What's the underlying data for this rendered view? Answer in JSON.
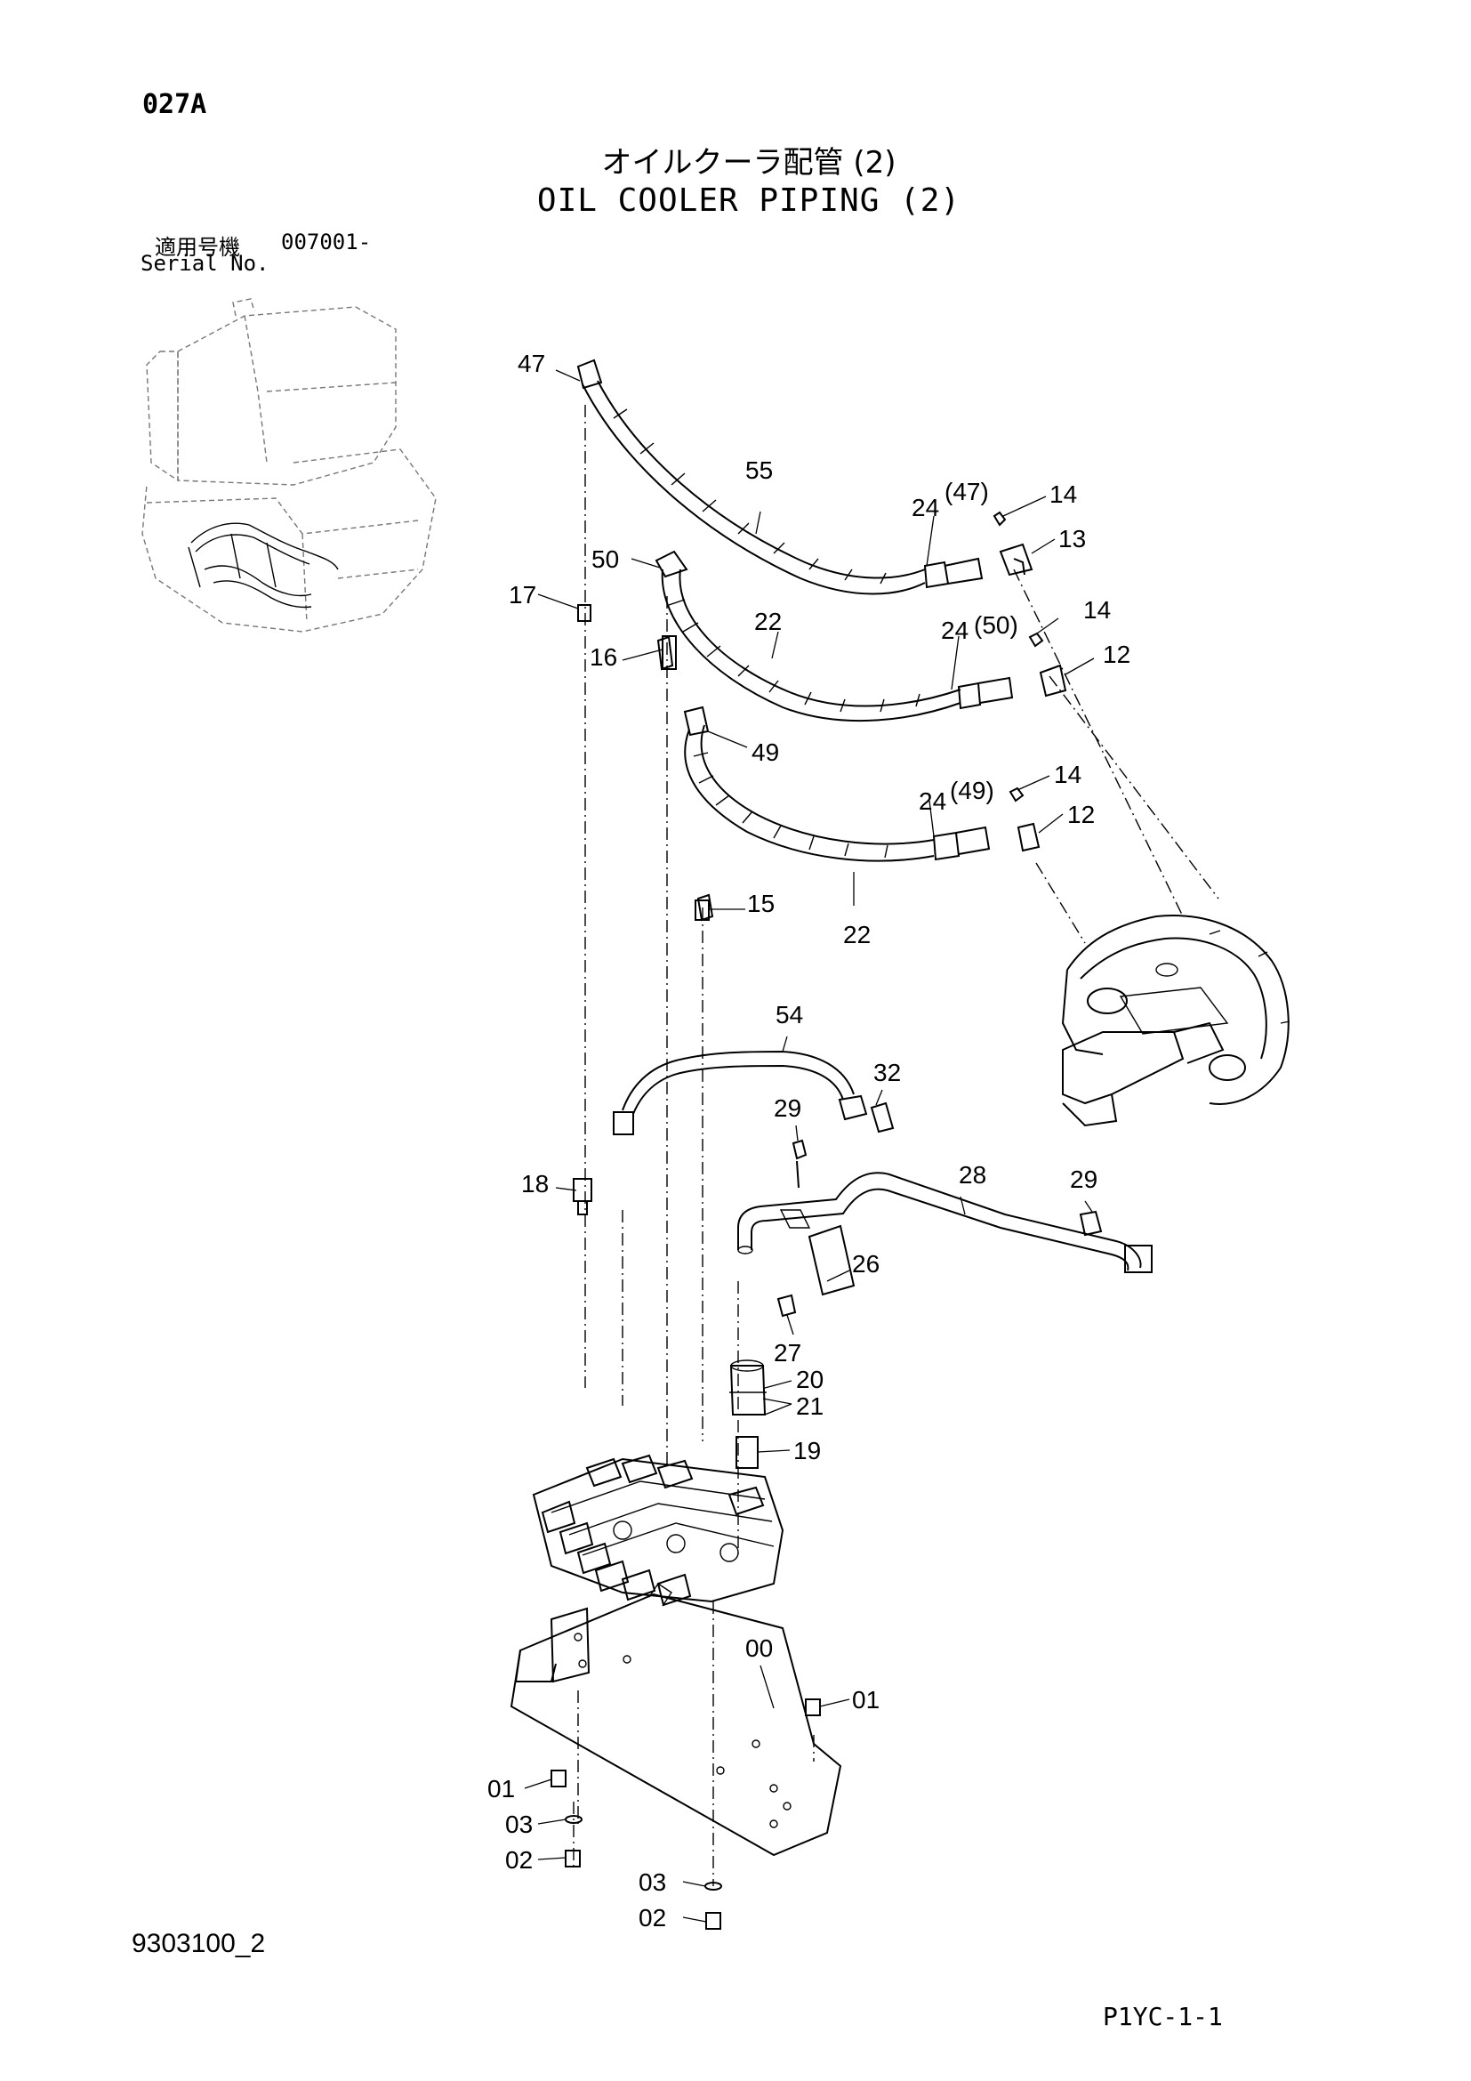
{
  "header": {
    "page_code": "027A",
    "title_jp": "オイルクーラ配管 (2)",
    "title_en": "OIL COOLER PIPING (2)",
    "serial_label_jp": "適用号機",
    "serial_value": "007001-",
    "serial_label_en": "Serial No."
  },
  "footer": {
    "document_number": "9303100_2",
    "page_reference": "P1YC-1-1"
  },
  "callouts": {
    "c47": "47",
    "c55": "55",
    "c24a": "24",
    "c47p": "(47)",
    "c14a": "14",
    "c13": "13",
    "c50": "50",
    "c17": "17",
    "c22a": "22",
    "c24b": "24",
    "c50p": "(50)",
    "c14b": "14",
    "c12a": "12",
    "c16": "16",
    "c49": "49",
    "c24c": "24",
    "c49p": "(49)",
    "c14c": "14",
    "c12b": "12",
    "c15": "15",
    "c22b": "22",
    "c54": "54",
    "c32": "32",
    "c29a": "29",
    "c28": "28",
    "c29b": "29",
    "c18": "18",
    "c26": "26",
    "c27": "27",
    "c20": "20",
    "c21": "21",
    "c19": "19",
    "c00": "00",
    "c01a": "01",
    "c01b": "01",
    "c03a": "03",
    "c02a": "02",
    "c03b": "03",
    "c02b": "02"
  }
}
